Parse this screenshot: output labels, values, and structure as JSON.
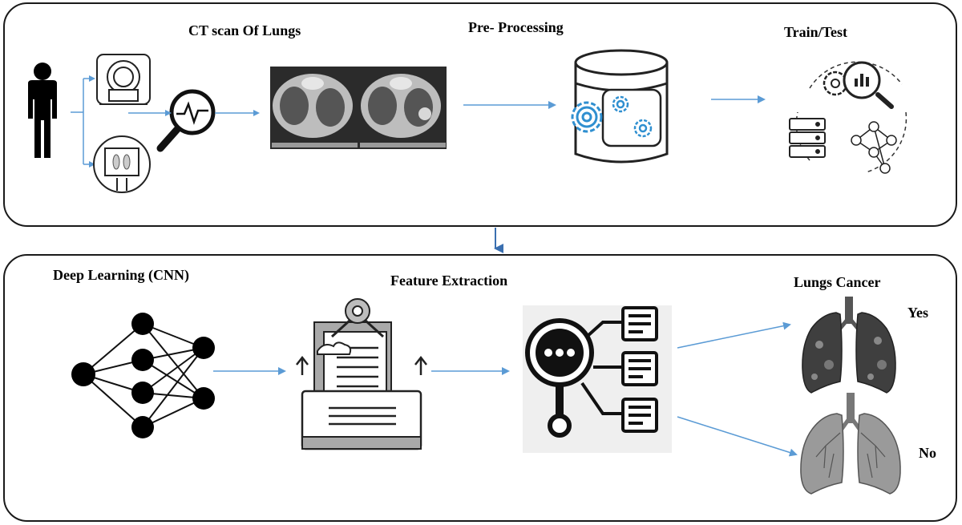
{
  "pipeline": {
    "stage_ct_scan": "CT scan Of Lungs",
    "stage_preprocessing": "Pre- Processing",
    "stage_train_test": "Train/Test",
    "stage_deep_learning": "Deep Learning (CNN)",
    "stage_feature_extraction": "Feature Extraction",
    "stage_lungs_cancer": "Lungs Cancer",
    "outcome_yes": "Yes",
    "outcome_no": "No"
  },
  "colors": {
    "arrow": "#5b9bd5",
    "outline": "#1a1a1a",
    "gear_blue": "#2f8fd0",
    "lung_dark": "#3f3f3f",
    "lung_light": "#9a9a9a"
  }
}
